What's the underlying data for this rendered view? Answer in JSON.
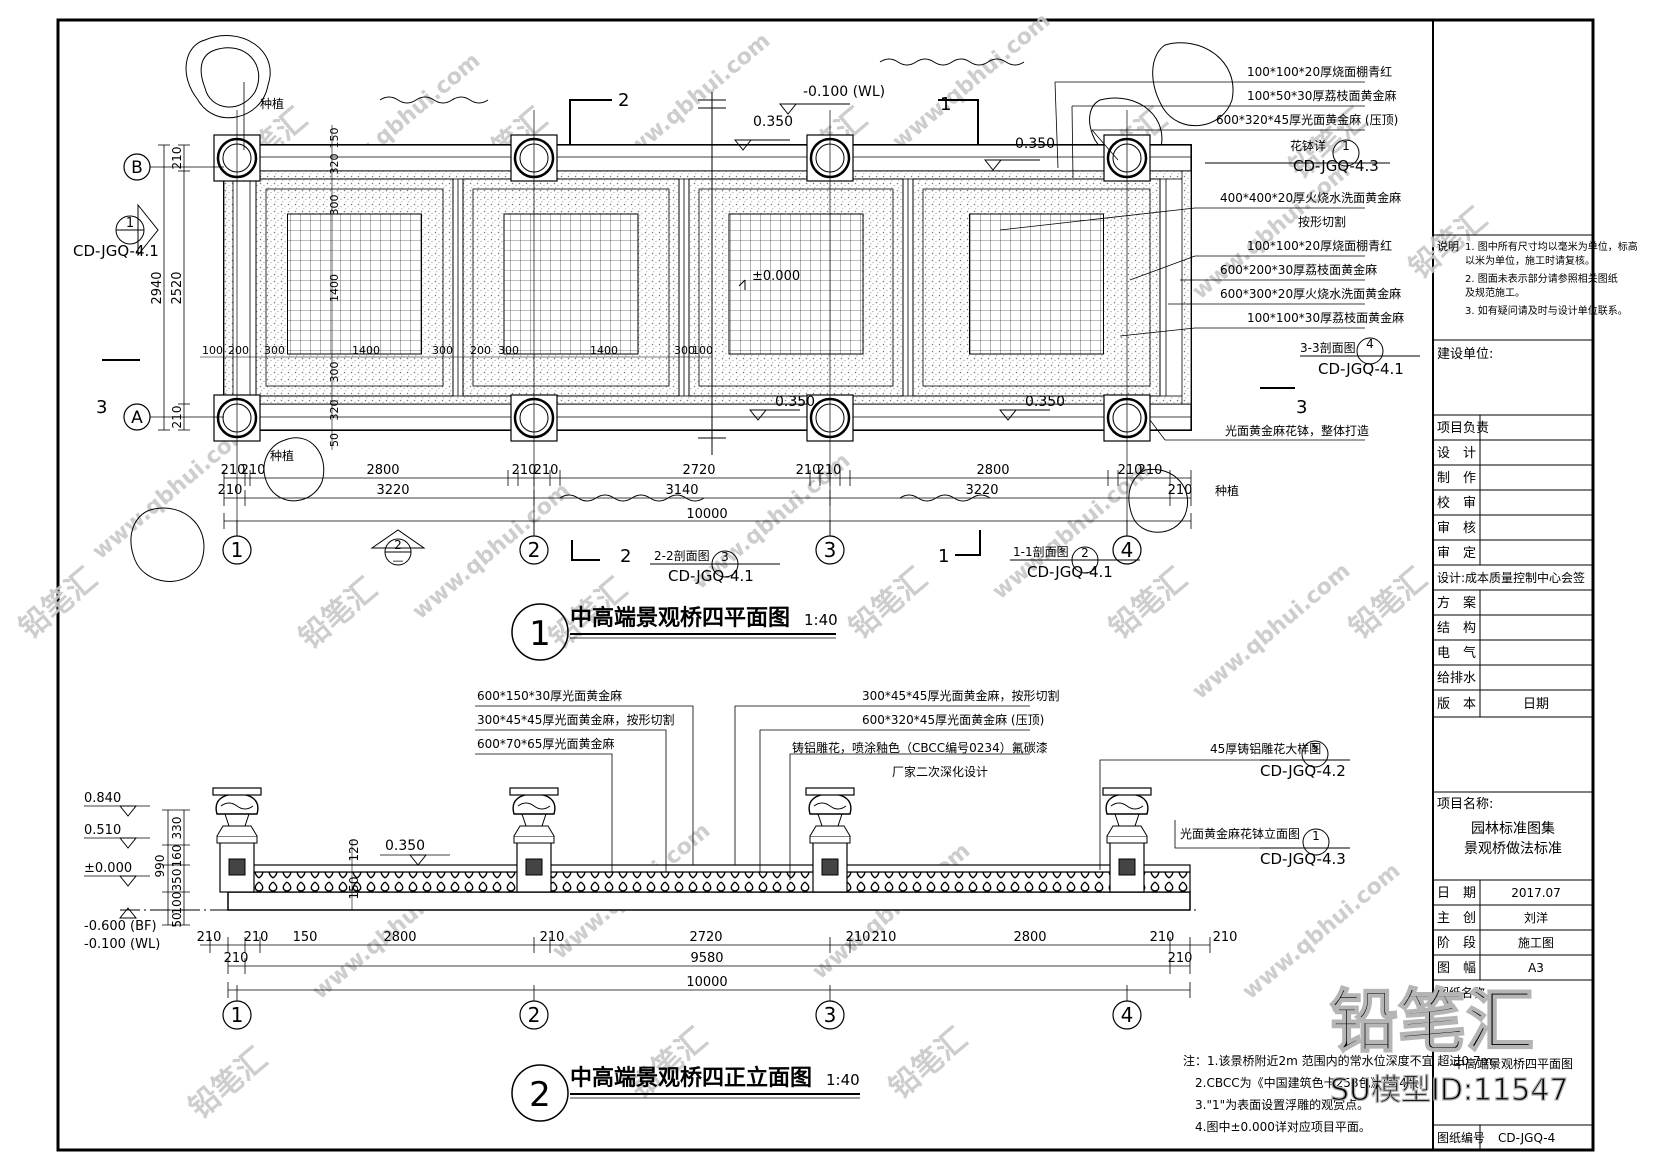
{
  "colors": {
    "line": "#000000",
    "paving": "#9a9a9a",
    "watermark": "#c8c8c8",
    "bg": "#ffffff"
  },
  "plan": {
    "number": "1",
    "title": "中高端景观桥四平面图",
    "scale": "1:40",
    "axes": [
      "1",
      "2",
      "3",
      "4"
    ],
    "rows": [
      "B",
      "A"
    ],
    "dims_top": [
      "210",
      "210",
      "2800",
      "210",
      "210",
      "2720",
      "210",
      "210",
      "2800",
      "210",
      "210"
    ],
    "dims_mid": [
      "210",
      "3220",
      "3140",
      "3220",
      "210"
    ],
    "dims_total": "10000",
    "dims_left": [
      "210",
      "2520",
      "210",
      "2940"
    ],
    "dims_inner_v": [
      "150",
      "320",
      "300",
      "1400",
      "300",
      "320",
      "50"
    ],
    "dims_inner_h": [
      "100",
      "200",
      "300",
      "1400",
      "300",
      "200",
      "300",
      "1400",
      "300",
      "100"
    ],
    "levels": [
      "0.350",
      "0.350",
      "0.350",
      "0.350",
      "±0.000",
      "-0.100 (WL)"
    ],
    "plant_label": "种植",
    "section_marks": [
      "1",
      "2",
      "3"
    ],
    "callout_ref_left": {
      "num": "1",
      "code": "CD-JGQ-4.1"
    },
    "callout_ref_bottom_mid": {
      "num": "2",
      "code": "—"
    },
    "callout_22": {
      "label": "2-2剖面图",
      "num": "3",
      "code": "CD-JGQ-4.1"
    },
    "callout_11": {
      "label": "1-1剖面图",
      "num": "2",
      "code": "CD-JGQ-4.1"
    },
    "callout_33": {
      "label": "3-3剖面图",
      "num": "4",
      "code": "CD-JGQ-4.1"
    },
    "callout_hxy": {
      "label": "花钵详",
      "num": "1",
      "code": "CD-JGQ-4.3"
    },
    "notes_top": [
      "100*100*20厚烧面棚青红",
      "100*50*30厚荔枝面黄金麻",
      "600*320*45厚光面黄金麻 (压顶)"
    ],
    "notes_right": [
      "400*400*20厚火烧水洗面黄金麻",
      "按形切割",
      "100*100*20厚烧面棚青红",
      "600*200*30厚荔枝面黄金麻",
      "600*300*20厚火烧水洗面黄金麻",
      "100*100*30厚荔枝面黄金麻"
    ],
    "note_bottom": "光面黄金麻花钵，整体打造"
  },
  "elevation": {
    "number": "2",
    "title": "中高端景观桥四正立面图",
    "scale": "1:40",
    "levels_left": [
      "0.840",
      "0.510",
      "±0.000",
      "-0.600 (BF)",
      "-0.100 (WL)"
    ],
    "level_mid": "0.350",
    "dims_v": [
      "330",
      "160",
      "990",
      "350",
      "100",
      "50",
      "120",
      "150"
    ],
    "dims_row1": [
      "210",
      "210",
      "150",
      "2800",
      "210",
      "2720",
      "210",
      "210",
      "2800",
      "210",
      "210"
    ],
    "dims_row2": [
      "210",
      "9580",
      "210"
    ],
    "dims_total": "10000",
    "axes": [
      "1",
      "2",
      "3",
      "4"
    ],
    "notes_left": [
      "600*150*30厚光面黄金麻",
      "300*45*45厚光面黄金麻，按形切割",
      "600*70*65厚光面黄金麻"
    ],
    "notes_mid": [
      "300*45*45厚光面黄金麻，按形切割",
      "600*320*45厚光面黄金麻 (压顶)",
      "铸铝雕花，喷涂釉色（CBCC编号0234）氟碳漆",
      "厂家二次深化设计"
    ],
    "callout_dhy": {
      "label": "45厚铸铝雕花大样图",
      "num": "5",
      "code": "CD-JGQ-4.2"
    },
    "callout_hbl": {
      "label": "光面黄金麻花钵立面图",
      "num": "1",
      "code": "CD-JGQ-4.3"
    }
  },
  "notes": [
    "注：1.该景桥附近2m 范围内的常水位深度不宜  超过0.7m。",
    "2.CBCC为《中国建筑色卡258色》(第4版)",
    "3.\"1\"为表面设置浮雕的观赏点。",
    "4.图中±0.000详对应项目平面。"
  ],
  "titleblock": {
    "notes_label": "说明",
    "notes_lines": [
      "1. 图中所有尺寸均以毫米为单位，标高",
      "   以米为单位，施工时请复核。",
      "2. 图面未表示部分请参照相关图纸",
      "   及规范施工。",
      "3. 如有疑问请及时与设计单位联系。"
    ],
    "owner_label": "建设单位:",
    "rows": [
      "项目负责",
      "设　计",
      "制　作",
      "校　审",
      "审　核",
      "审　定"
    ],
    "design_unit": "设计:成本质量控制中心会签",
    "sign_rows": [
      "方　案",
      "结　构",
      "电　气",
      "给排水"
    ],
    "version_label": "版　本",
    "date_head": "日期",
    "project_label": "项目名称:",
    "project_name": [
      "园林标准图集",
      "景观桥做法标准"
    ],
    "info": [
      {
        "k": "日　期",
        "v": "2017.07"
      },
      {
        "k": "主　创",
        "v": "刘洋"
      },
      {
        "k": "阶　段",
        "v": "施工图"
      },
      {
        "k": "图　幅",
        "v": "A3"
      }
    ],
    "sheet_name_label": "图纸名称",
    "sheet_name": "中高端景观桥四平面图",
    "sheet_no_label": "图纸编号",
    "sheet_no": "CD-JGQ-4"
  },
  "watermark": {
    "logo": "铅笔汇",
    "site": "www.qbhui.com",
    "model_id": "SU模型ID:11547"
  }
}
